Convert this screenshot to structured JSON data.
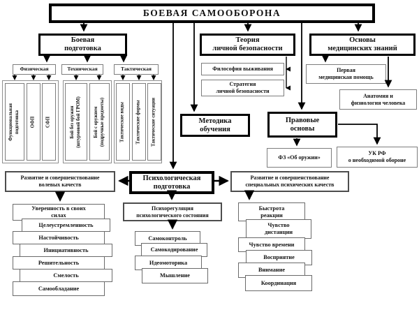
{
  "diagram": {
    "title": "БОЕВАЯ САМООБОРОНА",
    "combat": {
      "label": [
        "Боевая",
        "подготовка"
      ],
      "physical": {
        "label": "Физическая",
        "items": [
          [
            "Функциональная",
            "подготовка"
          ],
          "ОФП",
          "СФП"
        ]
      },
      "technical": {
        "label": "Техническая",
        "items": [
          [
            "Бой без оружия",
            "(штурмовой бой ГРОМ)"
          ],
          [
            "Бой с оружием",
            "(подручные предметы)"
          ]
        ]
      },
      "tactical": {
        "label": "Тактическая",
        "items": [
          "Тактические виды",
          "Тактические формы",
          "Тактические ситуации"
        ]
      }
    },
    "theory": {
      "label": [
        "Теория",
        "личной безопасности"
      ],
      "items": [
        "Философия выживания",
        [
          "Стратегия",
          "личной безопасности"
        ]
      ]
    },
    "medical": {
      "label": [
        "Основы",
        "медицинских знаний"
      ],
      "items": [
        [
          "Первая",
          "медицинская помощь"
        ],
        [
          "Анатомия и",
          "физиология человека"
        ]
      ]
    },
    "methodology": {
      "label": [
        "Методика",
        "обучения"
      ]
    },
    "legal": {
      "label": [
        "Правовые",
        "основы"
      ],
      "items": [
        "ФЗ «Об оружии»",
        [
          "УК РФ",
          "о необходимой обороне"
        ]
      ]
    },
    "psychological": {
      "label": [
        "Психологическая",
        "подготовка"
      ]
    },
    "volitional": {
      "label": [
        "Развитие и совершенствование",
        "волевых качеств"
      ],
      "items": [
        [
          "Уверенность в своих",
          "силах"
        ],
        "Целеустремленность",
        "Настойчивость",
        "Инициативность",
        "Решительность",
        "Смелость",
        "Самообладание"
      ]
    },
    "psychoregulation": {
      "label": [
        "Психорегуляция",
        "психологического состояния"
      ],
      "items": [
        "Самоконтроль",
        "Самокодирование",
        "Идеомоторика",
        "Мышление"
      ]
    },
    "special": {
      "label": [
        "Развитие и совершенствование",
        "специальных психических качеств"
      ],
      "items": [
        [
          "Быстрота",
          "реакции"
        ],
        [
          "Чувство",
          "дистанции"
        ],
        "Чувство времени",
        "Восприятие",
        "Внимание",
        "Координация"
      ]
    }
  }
}
